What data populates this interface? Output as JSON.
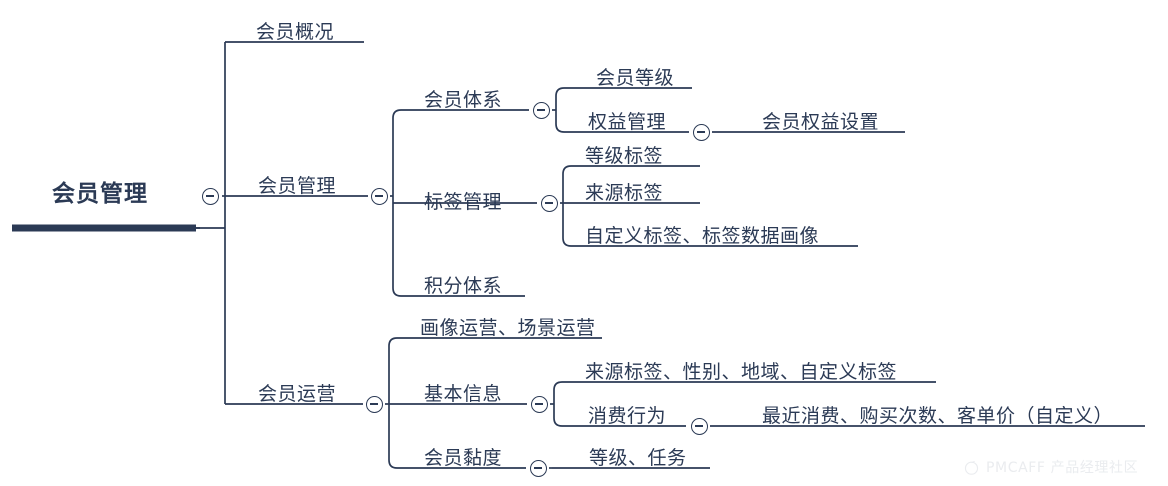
{
  "diagram": {
    "type": "mindmap",
    "title": "会员管理",
    "accent_color": "#2b3a55",
    "background_color": "#ffffff",
    "toggle_icon": "collapse-minus-circle-icon"
  },
  "root": {
    "label": "会员管理",
    "toggle": true
  },
  "nodes": {
    "n_gaikuang": "会员概况",
    "n_guanli": "会员管理",
    "n_tixi": "会员体系",
    "n_dengji": "会员等级",
    "n_quanyi": "权益管理",
    "n_quanyi_set": "会员权益设置",
    "n_biaoqian": "标签管理",
    "n_dengji_tag": "等级标签",
    "n_laiyuan_tag": "来源标签",
    "n_zidingyi_tag": "自定义标签、标签数据画像",
    "n_jifen": "积分体系",
    "n_yunying": "会员运营",
    "n_huaxiang": "画像运营、场景运营",
    "n_jiben": "基本信息",
    "n_jiben_children": "来源标签、性别、地域、自定义标签",
    "n_xiaofei": "消费行为",
    "n_xiaofei_children": "最近消费、购买次数、客单价（自定义）",
    "n_niandu": "会员黏度",
    "n_niandu_children": "等级、任务"
  },
  "watermark": {
    "text": "PMCAFF 产品经理社区",
    "logo": "pmcaff-peach-logo-icon"
  }
}
